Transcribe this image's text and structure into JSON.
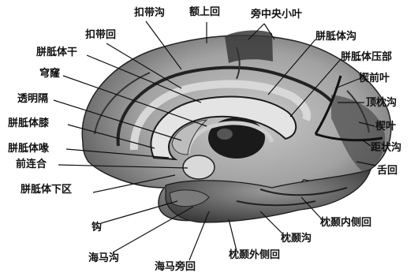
{
  "labels": {
    "cingulate_sulcus": "扣带沟",
    "superior_frontal_gyrus": "额上回",
    "paracentral_lobule": "旁中央小叶",
    "cingulate_gyrus": "扣带回",
    "sulcus_corpus_callosum": "胼胝体沟",
    "trunk_corpus_callosum": "胼胝体干",
    "splenium_corpus_callosum": "胼胝体压部",
    "fornix": "穹窿",
    "precuneus": "楔前叶",
    "septum_pellucidum": "透明隔",
    "parieto_occipital_sulcus": "顶枕沟",
    "genu_corpus_callosum": "胼胝体膝",
    "cuneus": "楔叶",
    "rostrum_corpus_callosum": "胼胝体喙",
    "calcarine_sulcus": "距状沟",
    "anterior_commissure": "前连合",
    "lingual_gyrus": "舌回",
    "subcallosal_area": "胼胝体下区",
    "medial_occipitotemporal_gyrus": "枕颞内侧回",
    "uncus": "钩",
    "occipitotemporal_sulcus": "枕颞沟",
    "hippocampal_sulcus": "海马沟",
    "lateral_occipitotemporal_gyrus": "枕颞外侧回",
    "parahippocampal_gyrus": "海马旁回"
  }
}
